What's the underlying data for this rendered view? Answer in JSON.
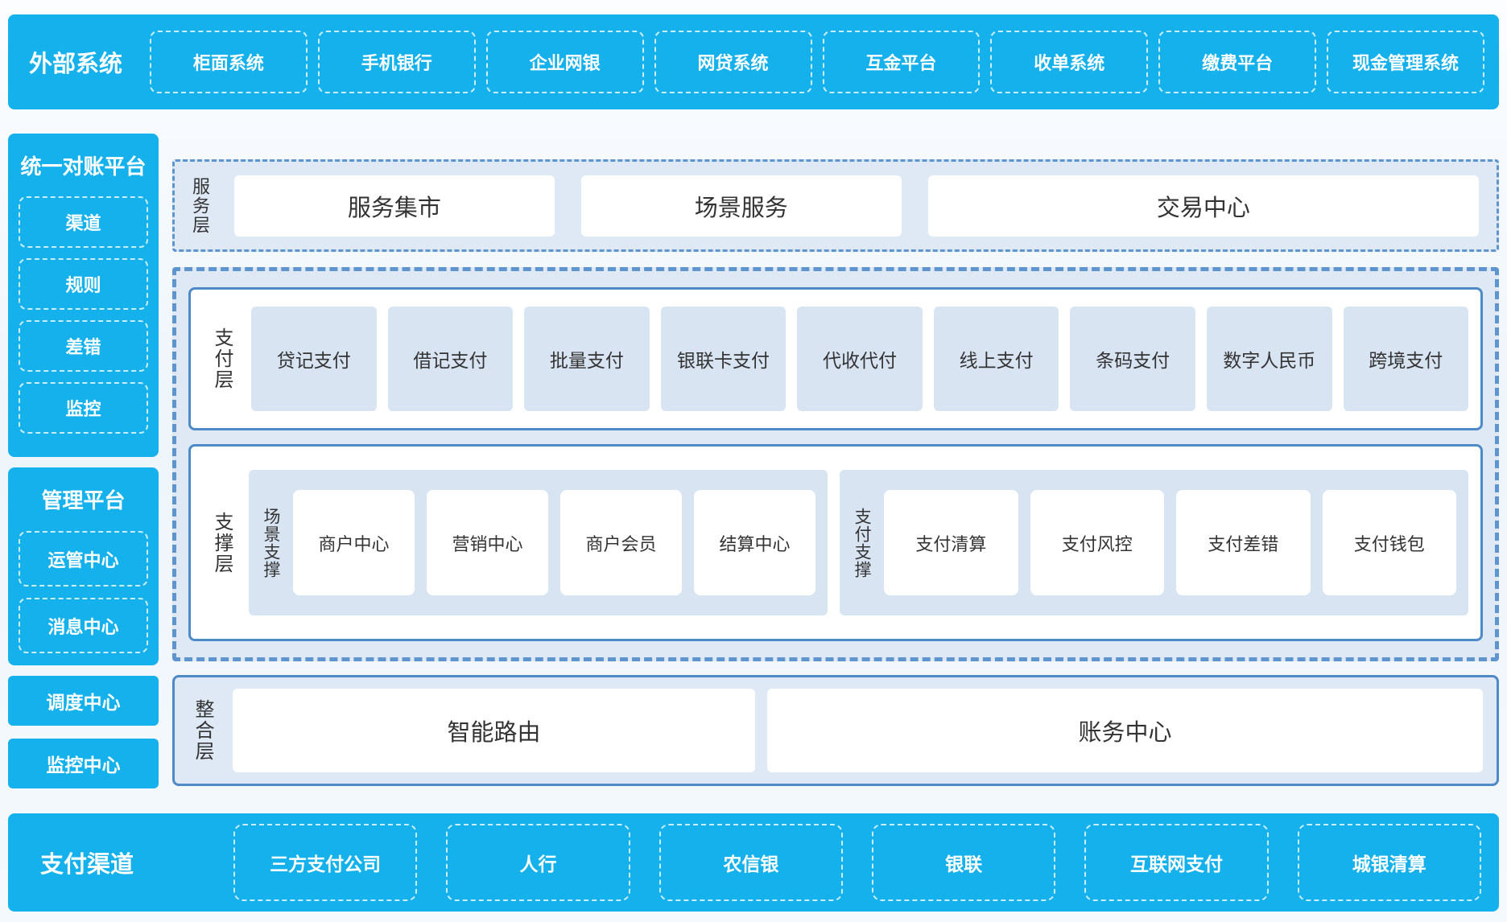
{
  "colors": {
    "accent_blue": "#14b1ec",
    "panel_blue": "#dfe9f6",
    "tile_blue": "#d9e4f2",
    "solid_border_blue": "#4d8ac7",
    "dashed_border_blue": "#5e95ce",
    "text_dark": "#333333",
    "text_on_blue": "#ffffff"
  },
  "top_bar": {
    "title": "外部系统",
    "items": [
      "柜面系统",
      "手机银行",
      "企业网银",
      "网贷系统",
      "互金平台",
      "收单系统",
      "缴费平台",
      "现金管理系统"
    ]
  },
  "sidebar": {
    "reconciliation": {
      "title": "统一对账平台",
      "items": [
        "渠道",
        "规则",
        "差错",
        "监控"
      ]
    },
    "management": {
      "title": "管理平台",
      "items": [
        "运管中心",
        "消息中心"
      ]
    },
    "dispatch_center": "调度中心",
    "monitor_center": "监控中心"
  },
  "layers": {
    "service": {
      "label": "服务层",
      "items": [
        "服务集市",
        "场景服务",
        "交易中心"
      ]
    },
    "payment": {
      "label": "支付层",
      "items": [
        "贷记支付",
        "借记支付",
        "批量支付",
        "银联卡支付",
        "代收代付",
        "线上支付",
        "条码支付",
        "数字人民币",
        "跨境支付"
      ]
    },
    "support": {
      "label": "支撑层",
      "groups": [
        {
          "label": "场景支撑",
          "items": [
            "商户中心",
            "营销中心",
            "商户会员",
            "结算中心"
          ]
        },
        {
          "label": "支付支撑",
          "items": [
            "支付清算",
            "支付风控",
            "支付差错",
            "支付钱包"
          ]
        }
      ]
    },
    "integration": {
      "label": "整合层",
      "items": [
        "智能路由",
        "账务中心"
      ]
    }
  },
  "bottom_bar": {
    "title": "支付渠道",
    "items": [
      "三方支付公司",
      "人行",
      "农信银",
      "银联",
      "互联网支付",
      "城银清算"
    ]
  }
}
